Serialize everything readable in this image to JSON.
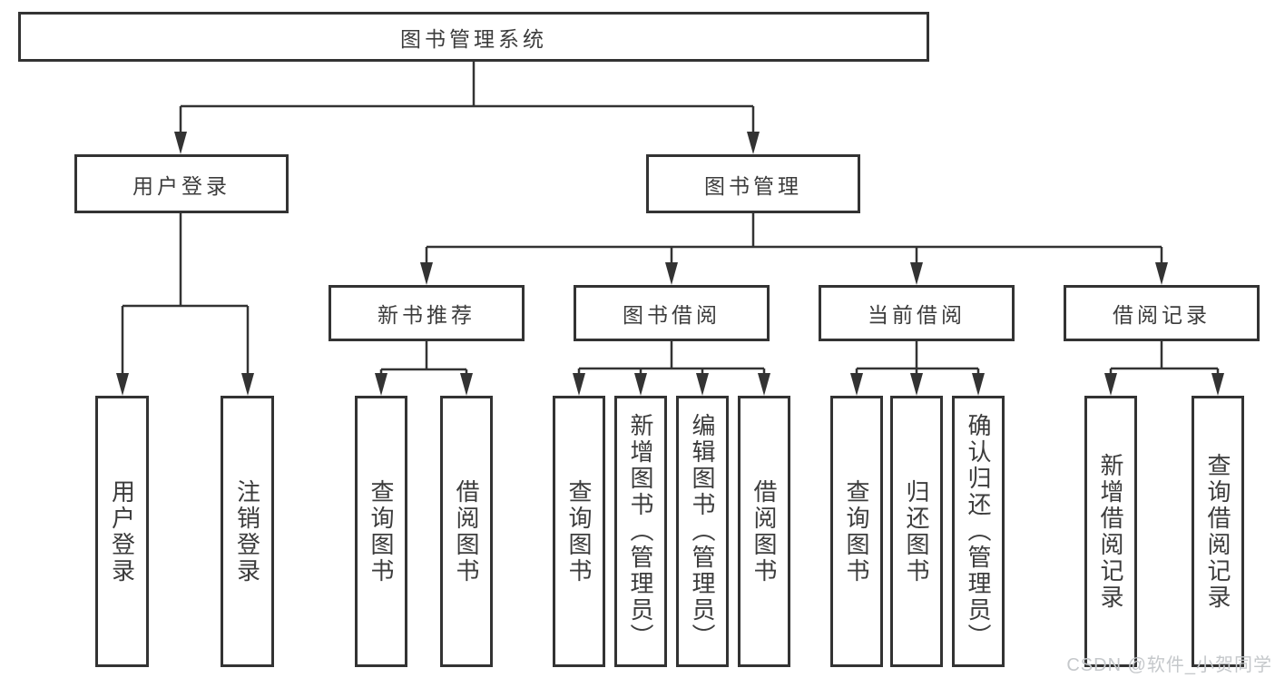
{
  "diagram": {
    "root": {
      "label": "图书管理系统",
      "children": [
        {
          "label": "用户登录",
          "children": [
            {
              "label": "用户登录"
            },
            {
              "label": "注销登录"
            }
          ]
        },
        {
          "label": "图书管理",
          "children": [
            {
              "label": "新书推荐",
              "children": [
                {
                  "label": "查询图书"
                },
                {
                  "label": "借阅图书"
                }
              ]
            },
            {
              "label": "图书借阅",
              "children": [
                {
                  "label": "查询图书"
                },
                {
                  "label": "新增图书（管理员）"
                },
                {
                  "label": "编辑图书（管理员）"
                },
                {
                  "label": "借阅图书"
                }
              ]
            },
            {
              "label": "当前借阅",
              "children": [
                {
                  "label": "查询图书"
                },
                {
                  "label": "归还图书"
                },
                {
                  "label": "确认归还（管理员）"
                }
              ]
            },
            {
              "label": "借阅记录",
              "children": [
                {
                  "label": "新增借阅记录"
                },
                {
                  "label": "查询借阅记录"
                }
              ]
            }
          ]
        }
      ]
    }
  },
  "watermark": {
    "label": "CSDN @软件_小贺同学"
  },
  "colors": {
    "line": "#333333",
    "text": "#3c3c3c",
    "box_background": "#ffffff",
    "watermark": "#c5c8cb",
    "background": "#ffffff"
  }
}
